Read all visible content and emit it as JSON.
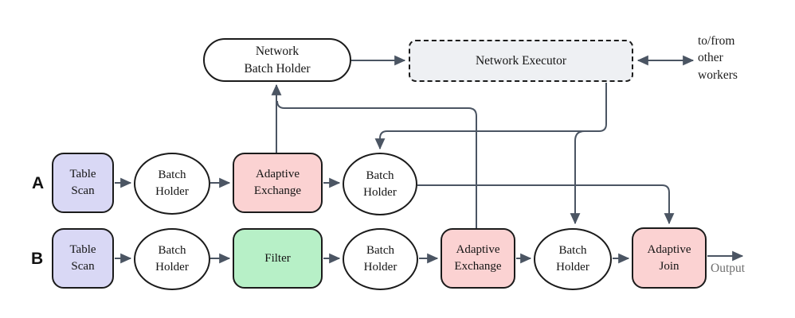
{
  "nodes": {
    "network_batch_holder": "Network\nBatch Holder",
    "network_executor": "Network Executor",
    "workers_note": "to/from\nother\nworkers",
    "row_a_label": "A",
    "row_b_label": "B",
    "a_table_scan": "Table\nScan",
    "a_batch_holder_1": "Batch\nHolder",
    "a_adaptive_exchange": "Adaptive\nExchange",
    "a_batch_holder_2": "Batch\nHolder",
    "b_table_scan": "Table\nScan",
    "b_batch_holder_1": "Batch\nHolder",
    "b_filter": "Filter",
    "b_batch_holder_2": "Batch\nHolder",
    "b_adaptive_exchange": "Adaptive\nExchange",
    "b_batch_holder_3": "Batch\nHolder",
    "b_adaptive_join": "Adaptive\nJoin",
    "output_label": "Output"
  },
  "edges": [
    {
      "from": "network-batch-holder",
      "to": "network-executor"
    },
    {
      "from": "network-executor",
      "to": "other-workers",
      "bidirectional": true
    },
    {
      "from": "a-adaptive-exchange",
      "to": "network-batch-holder"
    },
    {
      "from": "b-adaptive-exchange",
      "to": "network-batch-holder"
    },
    {
      "from": "network-executor",
      "to": "a-batch-holder-2"
    },
    {
      "from": "network-executor",
      "to": "b-batch-holder-3"
    },
    {
      "from": "a-table-scan",
      "to": "a-batch-holder-1"
    },
    {
      "from": "a-batch-holder-1",
      "to": "a-adaptive-exchange"
    },
    {
      "from": "a-adaptive-exchange",
      "to": "a-batch-holder-2"
    },
    {
      "from": "a-batch-holder-2",
      "to": "b-adaptive-join"
    },
    {
      "from": "b-table-scan",
      "to": "b-batch-holder-1"
    },
    {
      "from": "b-batch-holder-1",
      "to": "b-filter"
    },
    {
      "from": "b-filter",
      "to": "b-batch-holder-2"
    },
    {
      "from": "b-batch-holder-2",
      "to": "b-adaptive-exchange"
    },
    {
      "from": "b-adaptive-exchange",
      "to": "b-batch-holder-3"
    },
    {
      "from": "b-batch-holder-3",
      "to": "b-adaptive-join"
    },
    {
      "from": "b-adaptive-join",
      "to": "output"
    }
  ],
  "colors": {
    "scan_fill": "#d9d8f5",
    "exchange_fill": "#fbd2d2",
    "filter_fill": "#b7f0c7",
    "executor_fill": "#eef0f3",
    "border": "#1b1b1b",
    "edge": "#4b5563",
    "muted_text": "#6e6e6e"
  }
}
